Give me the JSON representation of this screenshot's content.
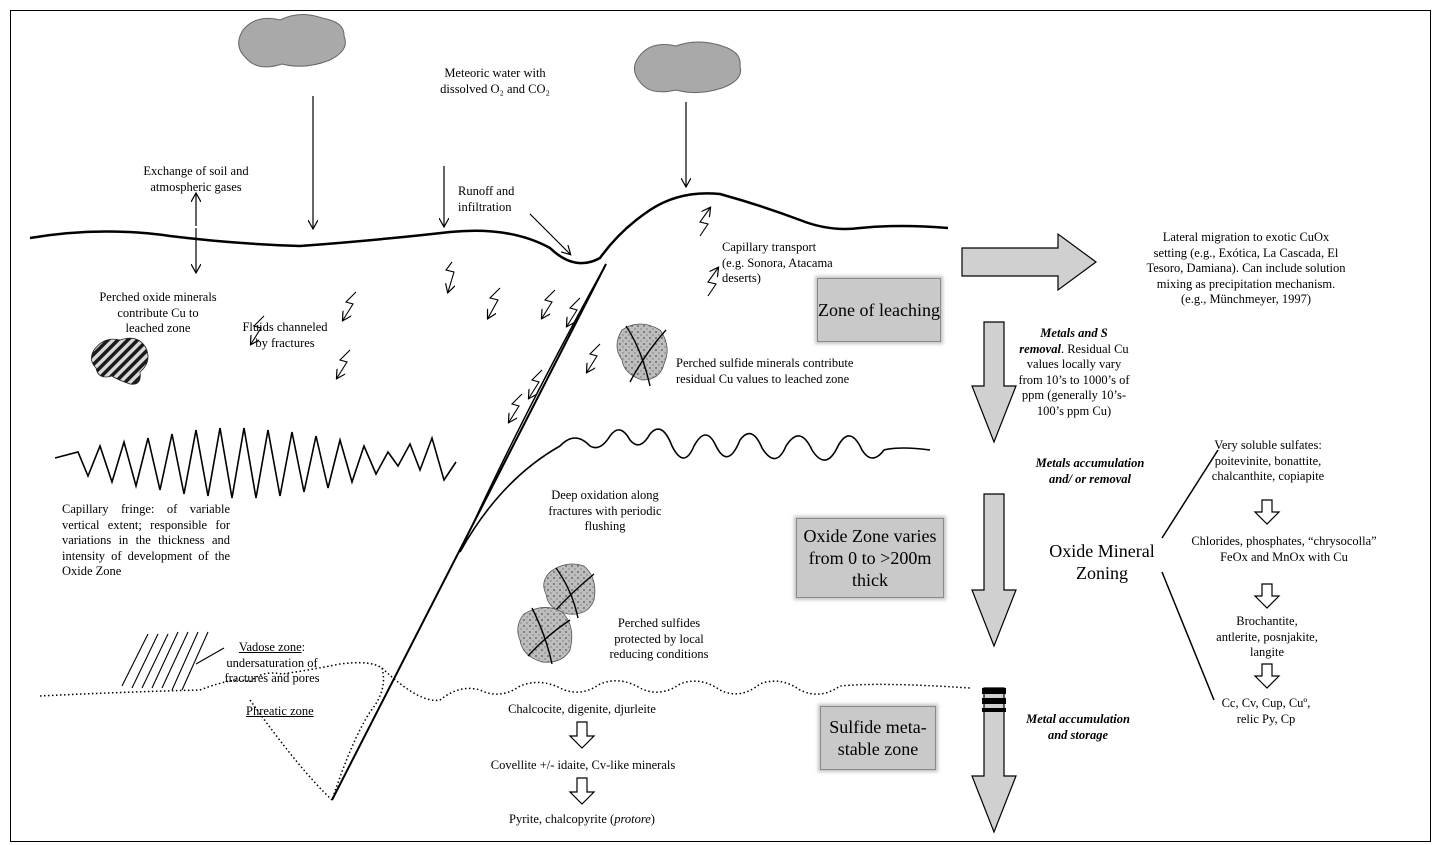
{
  "labels": {
    "meteoric_1": "Meteoric water with",
    "meteoric_2": "dissolved O₂ and CO₂",
    "exchange": "Exchange of soil and atmospheric gases",
    "runoff": "Runoff and infiltration",
    "perched_oxide": "Perched oxide minerals contribute Cu to leached zone",
    "fluids": "Fluids channeled by fractures",
    "capillary_transport": "Capillary transport (e.g. Sonora, Atacama deserts)",
    "perched_sulfide": "Perched sulfide minerals contribute residual Cu values to leached zone",
    "capillary_fringe": "Capillary fringe: of variable vertical extent; responsible for variations in the thickness and intensity of development of the Oxide Zone",
    "deep_oxidation": "Deep oxidation along fractures with periodic flushing",
    "perched_sulfides_protected": "Perched sulfides protected by local reducing conditions",
    "vadose_title": "Vadose zone",
    "vadose_rest": ": undersaturation of fractures and pores",
    "phreatic": "Phreatic zone",
    "chalcocite": "Chalcocite, digenite, djurleite",
    "covellite": "Covellite +/- idaite, Cv-like minerals",
    "pyrite": "Pyrite, chalcopyrite (",
    "protore": "protore",
    "pyrite_end": ")",
    "lateral_migration": "Lateral migration to exotic CuOx setting (e.g., Exótica, La Cascada, El Tesoro, Damiana). Can include solution mixing as precipitation mechanism. (e.g., Münchmeyer, 1997)",
    "metals_s_removal_title": "Metals and S removal",
    "metals_s_removal_rest": ". Residual Cu values locally vary from 10’s to 1000’s of ppm (generally 10’s-100’s ppm Cu)",
    "metals_accumulation": "Metals accumulation and/ or removal",
    "metal_storage": "Metal accumulation and storage",
    "oxide_mineral_zoning": "Oxide Mineral Zoning",
    "soluble_sulfates": "Very soluble sulfates: poitevinite, bonattite, chalcanthite, copiapite",
    "chlorides": "Chlorides, phosphates, “chrysocolla” FeOx and MnOx with Cu",
    "brochantite": "Brochantite, antlerite, posnjakite, langite",
    "cc_cv": "Cc, Cv, Cup, Cuº, relic Py, Cp"
  },
  "boxes": {
    "zone_leaching": "Zone of leaching",
    "oxide_zone": "Oxide Zone varies from 0 to >200m thick",
    "sulfide_zone": "Sulfide meta-stable zone"
  },
  "colors": {
    "box_fill": "#c9c9c9",
    "arrow_fill": "#d0d0d0",
    "line": "#000000"
  }
}
